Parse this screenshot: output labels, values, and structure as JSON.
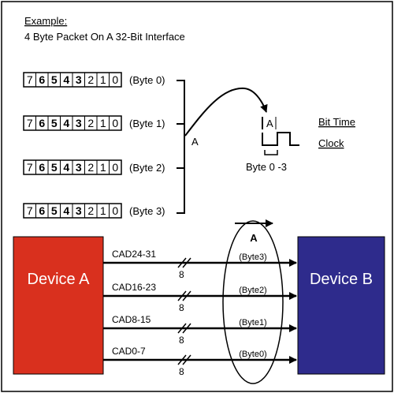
{
  "header": {
    "example_label": "Example:",
    "subtitle": "4 Byte Packet On A 32-Bit Interface"
  },
  "register": {
    "bits": [
      "7",
      "6",
      "5",
      "4",
      "3",
      "2",
      "1",
      "0"
    ],
    "bold_bits": [
      "6",
      "5",
      "4",
      "3"
    ]
  },
  "bytes": [
    {
      "label": "(Byte 0)"
    },
    {
      "label": "(Byte 1)"
    },
    {
      "label": "(Byte 2)"
    },
    {
      "label": "(Byte 3)"
    }
  ],
  "annotations": {
    "bracket_label": "A",
    "clock_mark": "A",
    "bit_time_label": "Bit Time",
    "clock_label": "Clock",
    "bit_time_span": "Byte 0 -3",
    "bus_label": "A"
  },
  "devices": {
    "left": {
      "label": "Device A",
      "color": "#d9301e"
    },
    "right": {
      "label": "Device B",
      "color": "#2e2b8c"
    }
  },
  "lanes": [
    {
      "signal": "CAD24-31",
      "width": "8",
      "payload": "(Byte3)"
    },
    {
      "signal": "CAD16-23",
      "width": "8",
      "payload": "(Byte2)"
    },
    {
      "signal": "CAD8-15",
      "width": "8",
      "payload": "(Byte1)"
    },
    {
      "signal": "CAD0-7",
      "width": "8",
      "payload": "(Byte0)"
    }
  ]
}
